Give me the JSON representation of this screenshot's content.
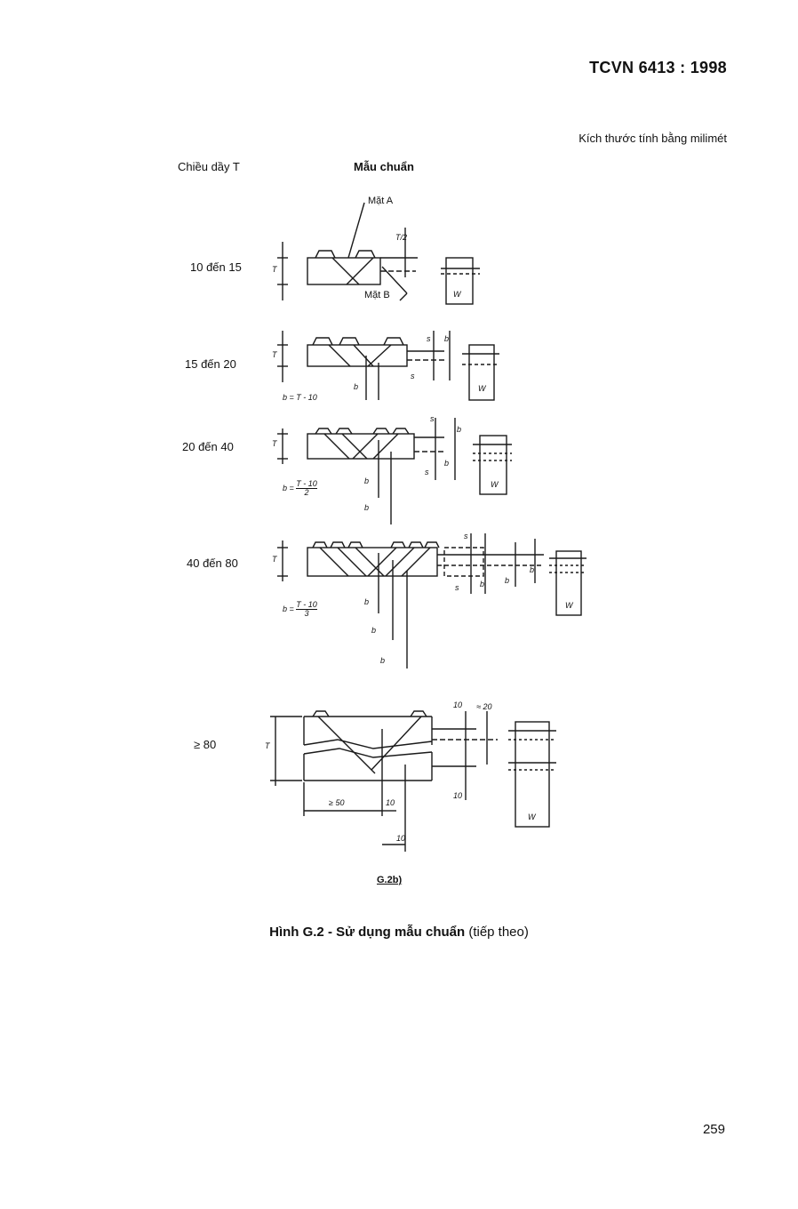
{
  "header": {
    "standard": "TCVN 6413 : 1998",
    "units_note": "Kích thước tính bằng milimét"
  },
  "columns": {
    "thickness": "Chiều dầy T",
    "reference_block": "Mẫu chuẩn"
  },
  "labels": {
    "face_a": "Mặt A",
    "face_b": "Mặt B"
  },
  "rows": [
    {
      "range": "10 đến 15"
    },
    {
      "range": "15 đến 20",
      "formula": "b = T - 10"
    },
    {
      "range": "20 đến 40",
      "formula_prefix": "b =",
      "formula_num": "T - 10",
      "formula_den": "2"
    },
    {
      "range": "40 đến 80",
      "formula_prefix": "b =",
      "formula_num": "T - 10",
      "formula_den": "3"
    },
    {
      "range": "≥ 80"
    }
  ],
  "dims": {
    "T": "T",
    "T2": "T/2",
    "W": "W",
    "b": "b",
    "s": "s",
    "ten": "10",
    "approx20": "≈ 20",
    "ge50": "≥ 50"
  },
  "subfigure": "G.2b)",
  "caption": {
    "bold": "Hình G.2 - Sử dụng mẫu chuẩn",
    "normal": "(tiếp theo)"
  },
  "page_number": "259"
}
